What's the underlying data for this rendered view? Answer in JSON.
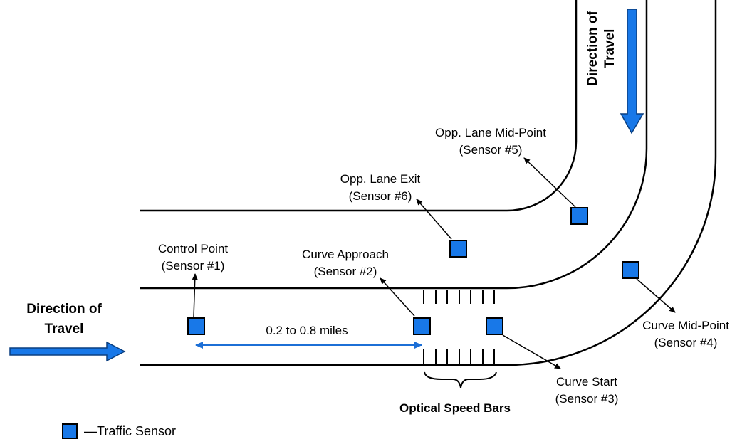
{
  "colors": {
    "sensor_fill": "#1878e8",
    "arrow_fill": "#1878e8",
    "dimension_line": "#1c6fd6",
    "road_line": "#000000"
  },
  "direction_left": {
    "line1": "Direction of",
    "line2": "Travel"
  },
  "direction_top": {
    "line1": "Direction of",
    "line2": "Travel"
  },
  "sensors": [
    {
      "name": "Control Point",
      "id": "(Sensor #1)"
    },
    {
      "name": "Curve Approach",
      "id": "(Sensor #2)"
    },
    {
      "name": "Curve Start",
      "id": "(Sensor #3)"
    },
    {
      "name": "Curve Mid-Point",
      "id": "(Sensor #4)"
    },
    {
      "name": "Opp. Lane Mid-Point",
      "id": "(Sensor #5)"
    },
    {
      "name": "Opp. Lane Exit",
      "id": "(Sensor #6)"
    }
  ],
  "distance_label": "0.2 to 0.8 miles",
  "speed_bars_label": "Optical Speed Bars",
  "legend": {
    "label": "—Traffic Sensor",
    "icon": "blue-square-icon"
  }
}
